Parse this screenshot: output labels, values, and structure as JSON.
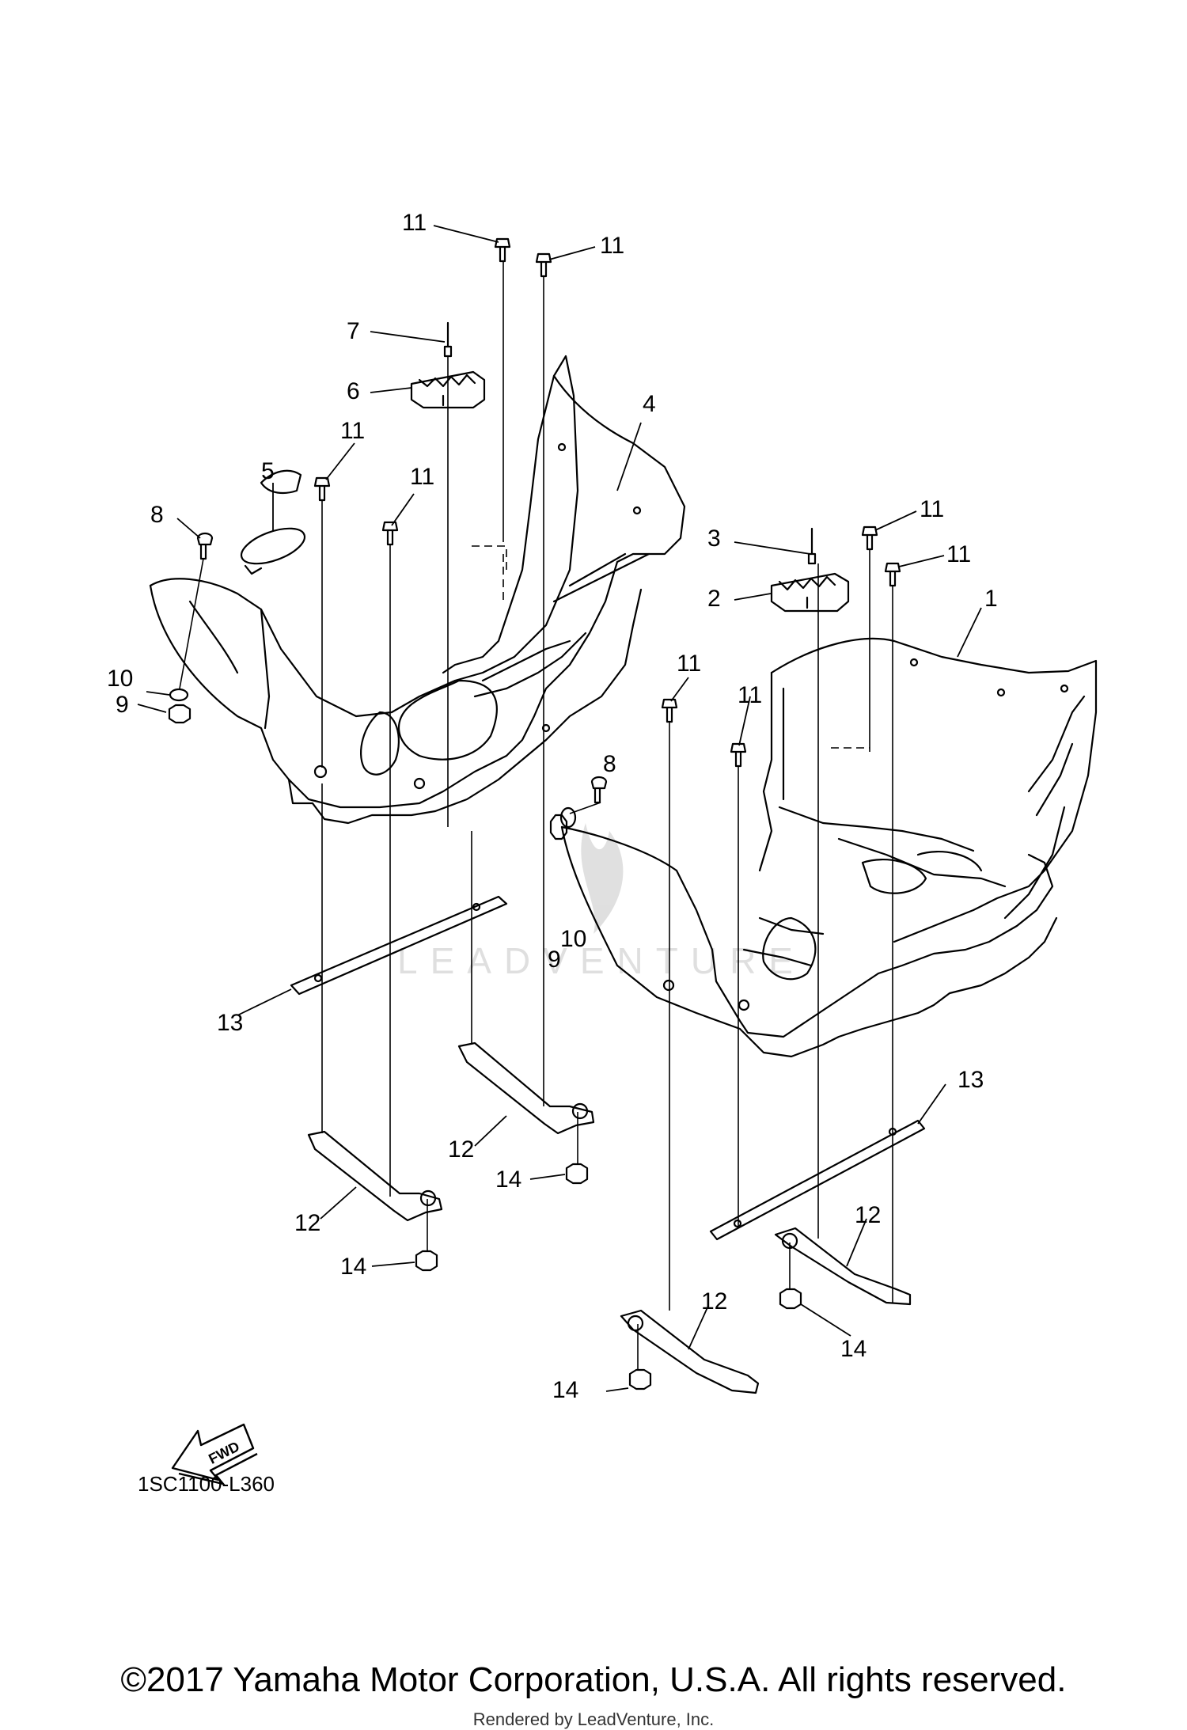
{
  "diagram": {
    "code": "1SC1100-L360",
    "fwd_label": "FWD",
    "watermark": "LEADVENTURE",
    "copyright": "©2017 Yamaha Motor Corporation, U.S.A. All rights reserved.",
    "rendered_by": "Rendered by LeadVenture, Inc.",
    "callouts": [
      "1",
      "2",
      "3",
      "4",
      "5",
      "6",
      "7",
      "8",
      "8",
      "9",
      "9",
      "10",
      "10",
      "11",
      "11",
      "11",
      "11",
      "11",
      "11",
      "11",
      "11",
      "12",
      "12",
      "12",
      "12",
      "13",
      "13",
      "14",
      "14",
      "14",
      "14"
    ]
  }
}
